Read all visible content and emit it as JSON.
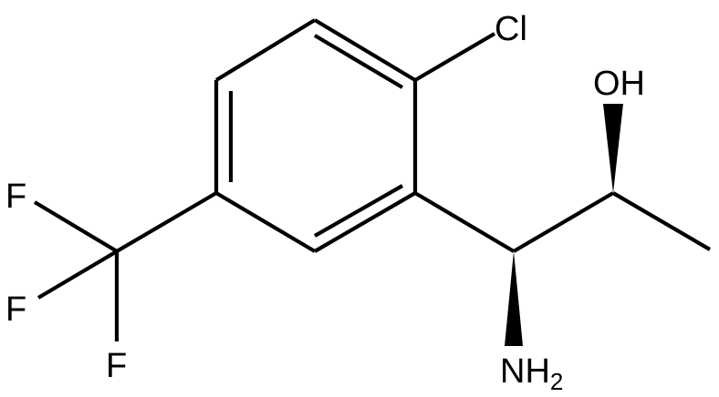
{
  "molecule": {
    "atoms": {
      "cl": "Cl",
      "oh": "OH",
      "f_top": "F",
      "f_mid": "F",
      "f_bottom": "F",
      "nh2_main": "NH",
      "nh2_sub": "2"
    },
    "colors": {
      "bond": "#000000",
      "label": "#000000",
      "background": "#ffffff"
    }
  }
}
